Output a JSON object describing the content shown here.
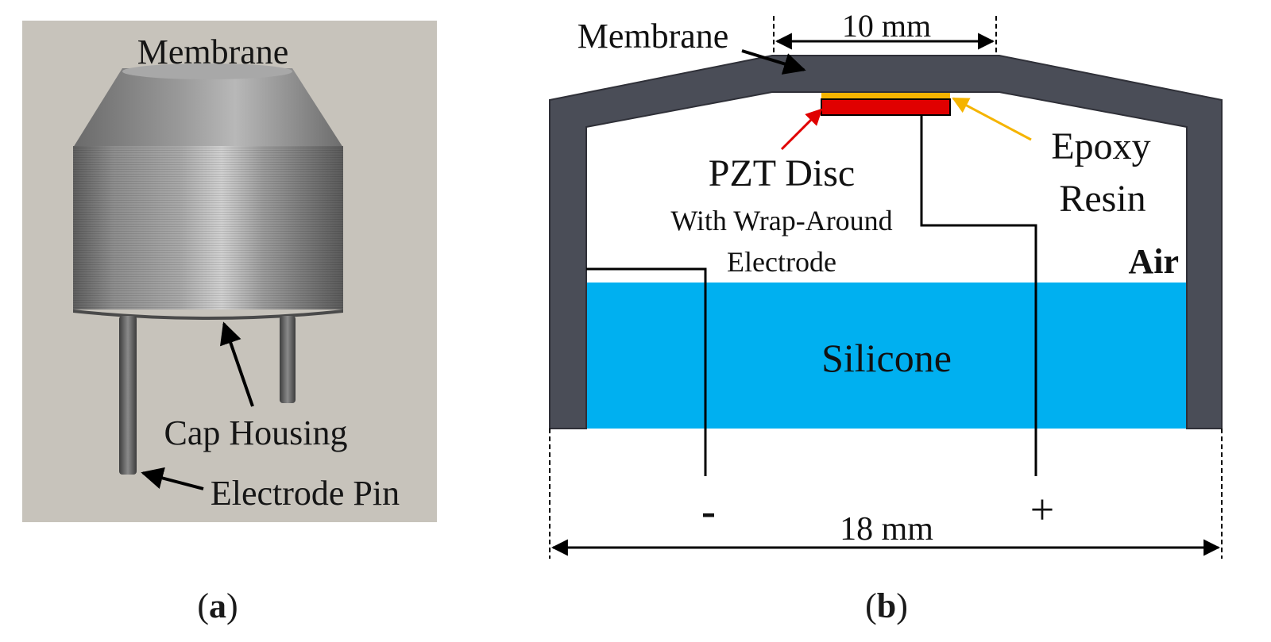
{
  "panel_a": {
    "caption_open": "(",
    "caption_letter": "a",
    "caption_close": ")",
    "labels": {
      "membrane": "Membrane",
      "cap_housing": "Cap Housing",
      "electrode_pin": "Electrode Pin"
    }
  },
  "panel_b": {
    "caption_open": "(",
    "caption_letter": "b",
    "caption_close": ")",
    "labels": {
      "membrane": "Membrane",
      "dim_top": "10 mm",
      "pzt_disc": "PZT Disc",
      "pzt_sub_1": "With Wrap-Around",
      "pzt_sub_2": "Electrode",
      "epoxy_1": "Epoxy",
      "epoxy_2": "Resin",
      "air": "Air",
      "silicone": "Silicone",
      "minus": "-",
      "plus": "+",
      "dim_bottom": "18 mm"
    },
    "colors": {
      "housing": "#4a4d57",
      "silicone": "#00b0f0",
      "pzt": "#e00000",
      "epoxy": "#f5b400",
      "wire": "#000000"
    }
  }
}
